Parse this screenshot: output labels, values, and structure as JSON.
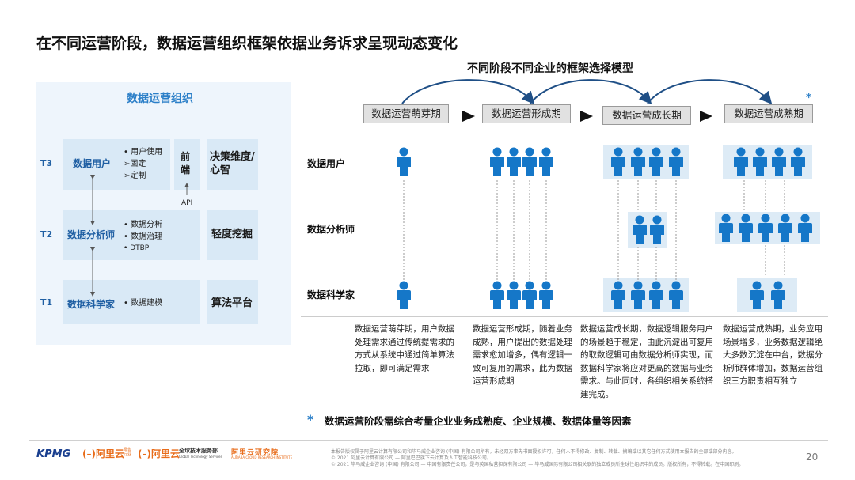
{
  "title": "在不同运营阶段，数据运营组织框架依据业务诉求呈现动态变化",
  "subtitle": "不同阶段不同企业的框架选择模型",
  "left": {
    "title": "数据运营组织",
    "levels": [
      "T3",
      "T2",
      "T1"
    ],
    "roles": [
      "数据用户",
      "数据分析师",
      "数据科学家"
    ],
    "t3_bullets": [
      "• 用户使用",
      "➢固定",
      "➢定制"
    ],
    "t2_bullets": [
      "• 数据分析",
      "• 数据治理",
      "• DTBP"
    ],
    "t1_bullets": [
      "• 数据建模"
    ],
    "frontend": "前端",
    "api": "API",
    "right_boxes": [
      "决策维度/心智",
      "轻度挖掘",
      "算法平台"
    ]
  },
  "stages": [
    "数据运营萌芽期",
    "数据运营形成期",
    "数据运营成长期",
    "数据运营成熟期"
  ],
  "stage_star": "*",
  "row_labels": [
    "数据用户",
    "数据分析师",
    "数据科学家"
  ],
  "descriptions": [
    "数据运营萌芽期，用户数据处理需求通过传统提需求的方式从系统中通过简单算法拉取，即可满足需求",
    "数据运营形成期，随着业务成熟，用户提出的数据处理需求愈加增多，偶有逻辑一致可复用的需求，此为数据运营形成期",
    "数据运营成长期，数据逻辑服务用户的场景趋于稳定，由此沉淀出可复用的取数逻辑可由数据分析师实现，而数据科学家将应对更高的数据与业务需求。与此同时，各组织相关系统搭建完成。",
    "数据运营成熟期，业务应用场景增多，业务数据逻辑绝大多数沉淀在中台，数据分析师群体增加，数据运营组织三方职责相互独立"
  ],
  "note_star": "*",
  "note": "数据运营阶段需综合考量企业业务成熟度、企业规模、数据体量等因素",
  "footer": {
    "logos": [
      "KPMG",
      "阿里云",
      "零售行业",
      "阿里云",
      "全球技术服务部",
      "Global Technology Services",
      "阿里云研究院",
      "ALIBABA CLOUD RESEARCH INSTITUTE"
    ],
    "lines": [
      "本报告版权属于阿里云计算有限公司和毕马威企业咨询 (中国) 有限公司所有，未经双方事先书面授权许可，任何人不得修改、复制、转载、摘编或以其它任何方式使用本报告的全部或部分内容。",
      "© 2021 阿里云计算有限公司 — 阿里巴巴旗下云计算及人工智能科技公司。",
      "© 2021 毕马威企业咨询 (中国) 有限公司 — 中国有限责任公司，是与英国私营担保有限公司 — 毕马威国际有限公司相关联的独立成员所全球性组织中的成员。版权所有，不得转载。在中国印刷。"
    ],
    "page": "20"
  },
  "colors": {
    "accent": "#2b7fc8",
    "person": "#1577c8",
    "highlight": "#ddebf6"
  }
}
